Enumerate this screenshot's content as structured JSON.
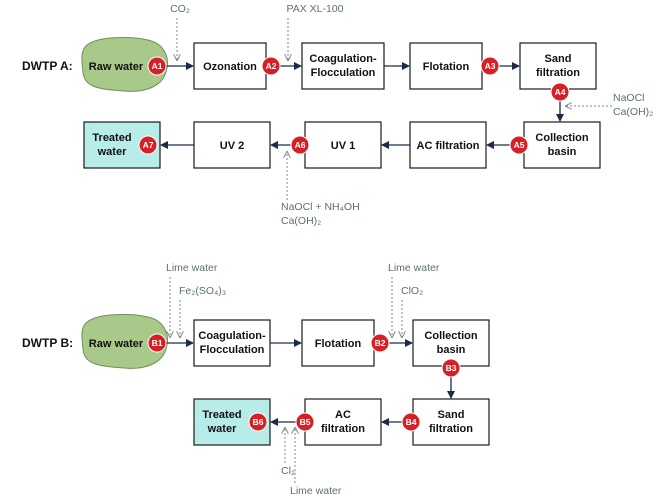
{
  "plant_a": {
    "label": "DWTP A:",
    "units": {
      "raw": "Raw water",
      "ozonation": "Ozonation",
      "coag_1": "Coagulation-",
      "coag_2": "Flocculation",
      "flotation": "Flotation",
      "sand_1": "Sand",
      "sand_2": "filtration",
      "collection_1": "Collection",
      "collection_2": "basin",
      "ac": "AC filtration",
      "uv1": "UV 1",
      "uv2": "UV 2",
      "treated_1": "Treated",
      "treated_2": "water"
    },
    "points": [
      "A1",
      "A2",
      "A3",
      "A4",
      "A5",
      "A6",
      "A7"
    ],
    "chemicals": {
      "co2": "CO₂",
      "pax": "PAX XL-100",
      "naocl": "NaOCl",
      "caoh_a4": "Ca(OH)₂",
      "naocl_nh4oh": "NaOCl + NH₄OH",
      "caoh_a6": "Ca(OH)₂"
    }
  },
  "plant_b": {
    "label": "DWTP B:",
    "units": {
      "raw": "Raw water",
      "coag_1": "Coagulation-",
      "coag_2": "Flocculation",
      "flotation": "Flotation",
      "collection_1": "Collection",
      "collection_2": "basin",
      "sand_1": "Sand",
      "sand_2": "filtration",
      "ac_1": "AC",
      "ac_2": "filtration",
      "treated_1": "Treated",
      "treated_2": "water"
    },
    "points": [
      "B1",
      "B2",
      "B3",
      "B4",
      "B5",
      "B6"
    ],
    "chemicals": {
      "lime_b1": "Lime water",
      "fe": "Fe₂(SO₄)₃",
      "lime_b2": "Lime water",
      "clo2": "ClO₂",
      "cl2": "Cl₂",
      "lime_b5": "Lime water"
    }
  },
  "colors": {
    "flow_arrow": "#1c2a4a",
    "sampling_point": "#d81f26",
    "treated_fill": "#b8ece8",
    "raw_fill": "#a8c98a",
    "chemical_text": "#5d6f6f"
  }
}
